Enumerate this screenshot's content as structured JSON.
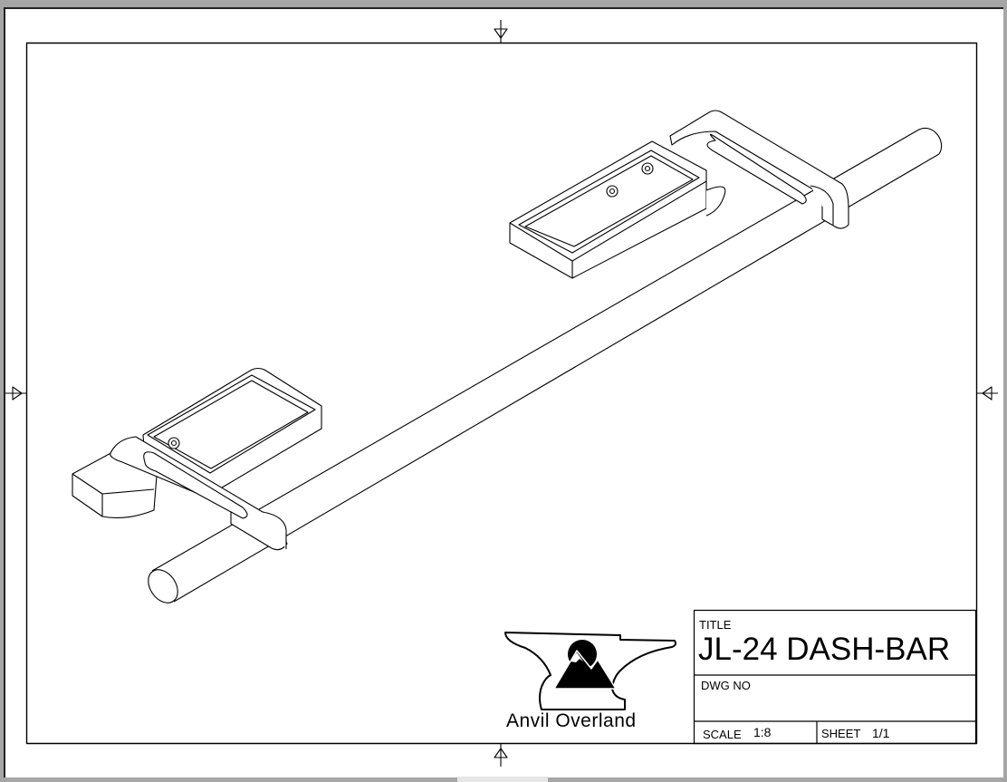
{
  "drawing": {
    "part_name": "JL-24 DASH-BAR",
    "view": "isometric"
  },
  "title_block": {
    "title_label": "TITLE",
    "title_value": "JL-24 DASH-BAR",
    "dwg_no_label": "DWG NO",
    "dwg_no_value": "",
    "scale_label": "SCALE",
    "scale_value": "1:8",
    "sheet_label": "SHEET",
    "sheet_value": "1/1"
  },
  "logo": {
    "company_name": "Anvil Overland",
    "icon": "anvil-mountain-logo"
  },
  "colors": {
    "background": "#a6a6a6",
    "paper": "#ffffff",
    "line": "#000000"
  }
}
